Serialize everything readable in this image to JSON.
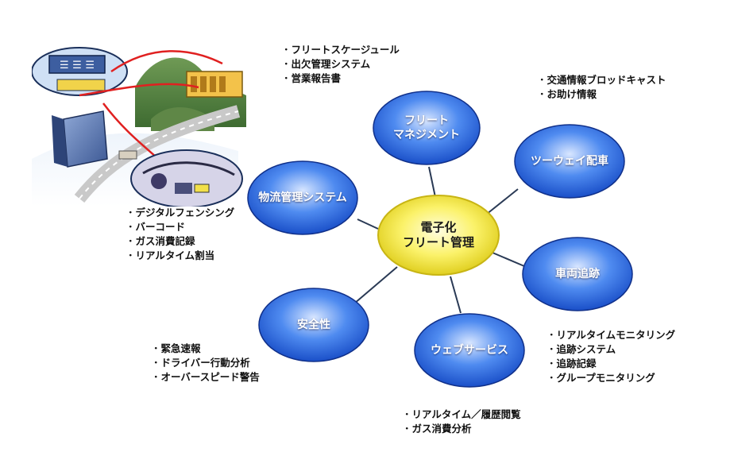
{
  "colors": {
    "bubble_blue_light": "#d8e6ff",
    "bubble_blue_mid": "#4f8bf0",
    "bubble_blue_dark": "#1a4fc8",
    "center_yellow_light": "#fffde0",
    "center_yellow": "#f1ea3a",
    "connector": "#2a3a55"
  },
  "center": {
    "lines": [
      "電子化",
      "フリート管理"
    ]
  },
  "nodes": [
    {
      "id": "fleet",
      "lines": [
        "フリート",
        "マネジメント"
      ]
    },
    {
      "id": "twoway",
      "lines": [
        "ツーウェイ配車"
      ]
    },
    {
      "id": "vehicle",
      "lines": [
        "車両追跡"
      ]
    },
    {
      "id": "web",
      "lines": [
        "ウェブサービス"
      ]
    },
    {
      "id": "safety",
      "lines": [
        "安全性"
      ]
    },
    {
      "id": "logistics",
      "lines": [
        "物流管理システム"
      ]
    }
  ],
  "bullets": {
    "fleet": [
      "フリートスケージュール",
      "出欠管理システム",
      "営業報告書"
    ],
    "twoway": [
      "交通情報ブロッドキャスト",
      "お助け情報"
    ],
    "vehicle": [
      "リアルタイムモニタリング",
      "追跡システム",
      "追跡記録",
      "グループモニタリング"
    ],
    "web": [
      "リアルタイム／履歴閲覧",
      "ガス消費分析"
    ],
    "safety": [
      "緊急速報",
      "ドライバー行動分析",
      "オーバースピード警告"
    ],
    "logistics": [
      "デジタルフェンシング",
      "バーコード",
      "ガス消費記録",
      "リアルタイム割当"
    ]
  }
}
